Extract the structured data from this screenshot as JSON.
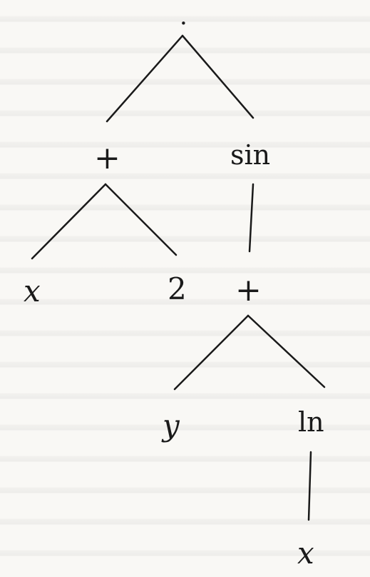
{
  "tree": {
    "root": {
      "label": "·"
    },
    "left": {
      "label": "+",
      "left": {
        "label": "x"
      },
      "right": {
        "label": "2"
      }
    },
    "right": {
      "label": "sin",
      "child": {
        "label": "+",
        "left": {
          "label": "y"
        },
        "right": {
          "label": "ln",
          "child": {
            "label": "x"
          }
        }
      }
    }
  },
  "colors": {
    "ink": "#1a1a1a",
    "paper": "#f9f8f5",
    "bleed": "#969696"
  }
}
